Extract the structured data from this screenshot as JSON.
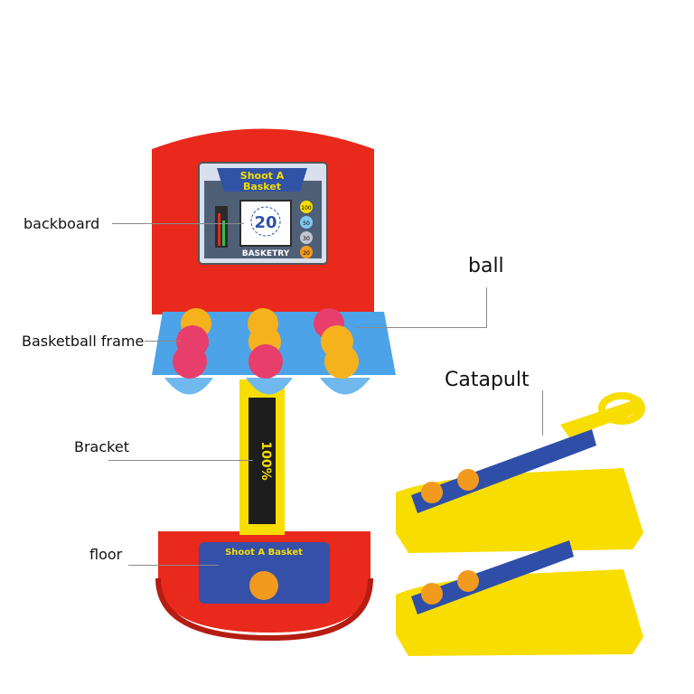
{
  "product": {
    "backboard_title_line1": "Shoot A",
    "backboard_title_line2": "Basket",
    "score_display": "20",
    "brand": "BASKETRY",
    "score_badges": [
      "100",
      "50",
      "30",
      "20"
    ],
    "pole_text": "100%",
    "court_text": "Shoot A Basket",
    "colors": {
      "backboard": "#e8291c",
      "frame": "#4da3e8",
      "catapult": "#f7dd00",
      "ball_orange": "#f6b21c",
      "ball_pink": "#e83e6c"
    }
  },
  "callouts": {
    "backboard": "backboard",
    "ball": "ball",
    "frame": "Basketball frame",
    "catapult": "Catapult",
    "bracket": "Bracket",
    "floor": "floor"
  }
}
